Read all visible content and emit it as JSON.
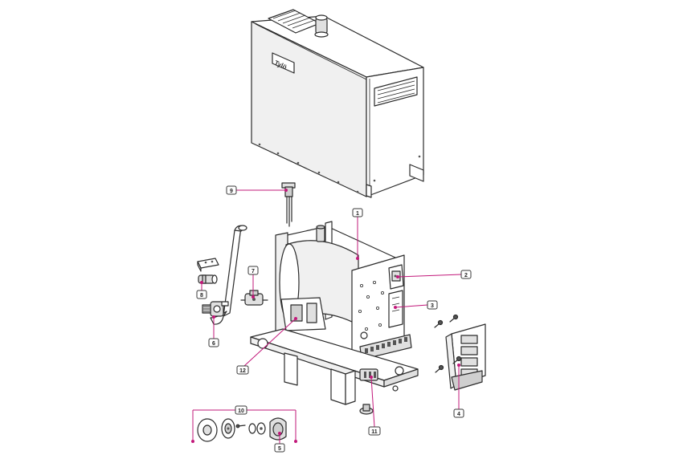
{
  "diagram": {
    "brand_label": "Tylö",
    "colors": {
      "leader": "#c2187a",
      "outline": "#2b2b2b"
    },
    "callouts": [
      {
        "id": "1",
        "label": "1"
      },
      {
        "id": "2",
        "label": "2"
      },
      {
        "id": "3",
        "label": "3"
      },
      {
        "id": "4",
        "label": "4"
      },
      {
        "id": "5",
        "label": "5"
      },
      {
        "id": "6",
        "label": "6"
      },
      {
        "id": "7",
        "label": "7"
      },
      {
        "id": "8",
        "label": "8"
      },
      {
        "id": "9",
        "label": "9"
      },
      {
        "id": "10",
        "label": "10"
      },
      {
        "id": "11",
        "label": "11"
      },
      {
        "id": "12",
        "label": "12"
      }
    ]
  }
}
